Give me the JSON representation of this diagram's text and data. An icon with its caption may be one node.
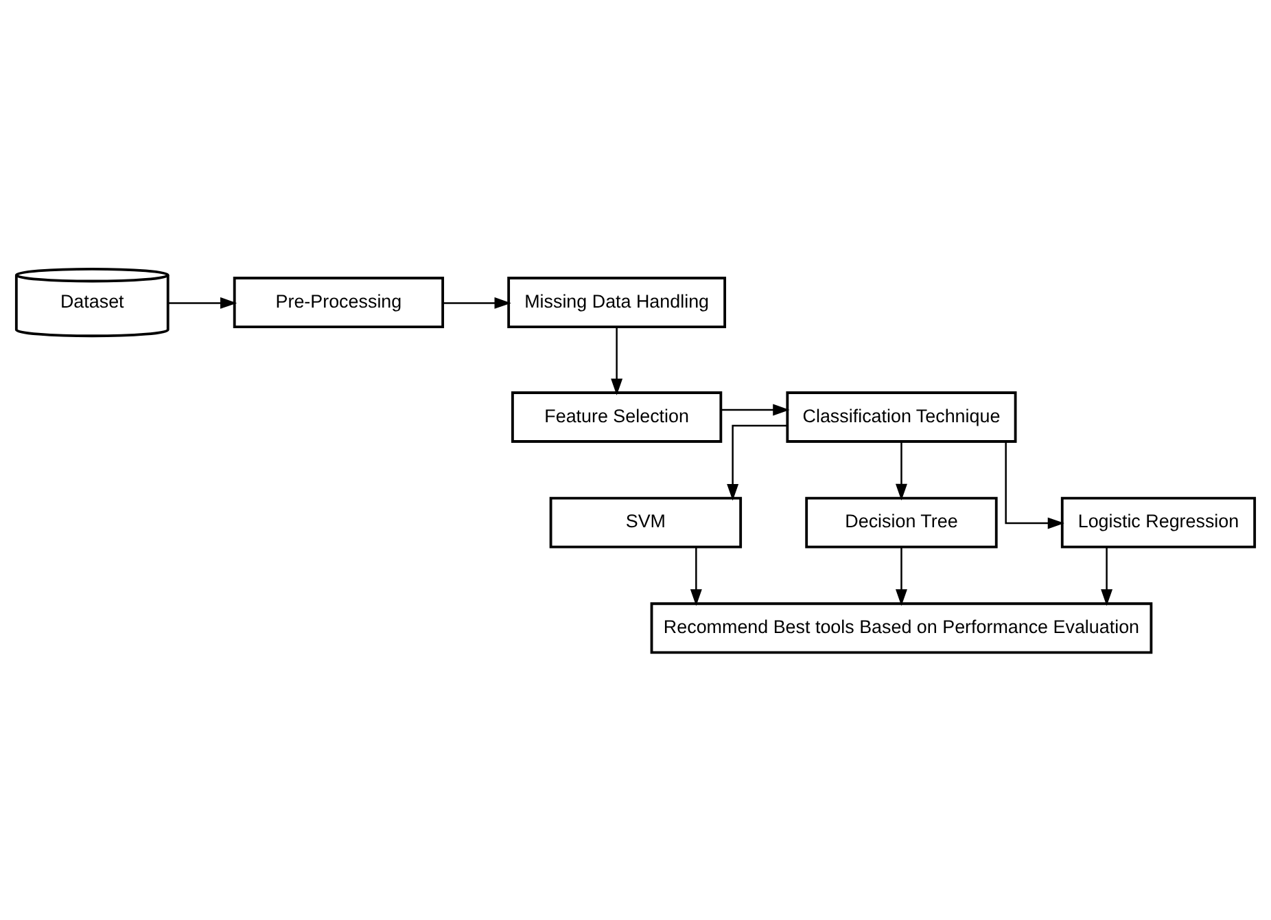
{
  "diagram": {
    "nodes": [
      {
        "text": [
          "Dataset"
        ]
      },
      {
        "text": [
          "Pre-Processing"
        ]
      },
      {
        "text": [
          "Missing Data Handling"
        ]
      },
      {
        "text": [
          "Feature Selection"
        ]
      },
      {
        "text": [
          "Classification Technique"
        ]
      },
      {
        "text": [
          "SVM"
        ]
      },
      {
        "text": [
          "Decision Tree"
        ]
      },
      {
        "text": [
          "Logistic Regression"
        ]
      },
      {
        "text": [
          "Recommend Best tools Based on Performance Evaluation"
        ]
      }
    ],
    "edges": [
      {
        "from": 0,
        "to": 1,
        "arrow": "to"
      },
      {
        "from": 1,
        "to": 2,
        "arrow": "to"
      },
      {
        "from": 2,
        "to": 3,
        "arrow": "to"
      },
      {
        "from": 3,
        "to": 4,
        "arrow": "to"
      },
      {
        "from": 4,
        "to": 5,
        "arrow": "to"
      },
      {
        "from": 4,
        "to": 6,
        "arrow": "to"
      },
      {
        "from": 4,
        "to": 7,
        "arrow": "to"
      },
      {
        "from": 5,
        "to": 8,
        "arrow": "to"
      },
      {
        "from": 6,
        "to": 8,
        "arrow": "to"
      },
      {
        "from": 7,
        "to": 8,
        "arrow": "to"
      }
    ]
  }
}
